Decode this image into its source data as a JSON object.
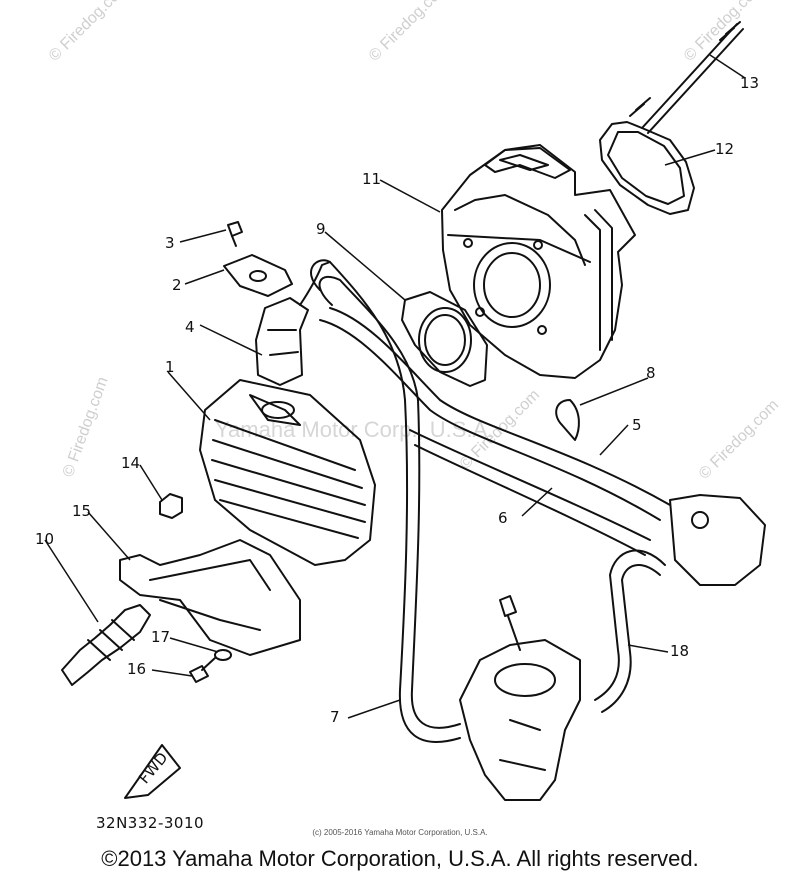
{
  "diagram": {
    "callouts": [
      "1",
      "2",
      "3",
      "4",
      "5",
      "6",
      "7",
      "8",
      "9",
      "10",
      "11",
      "12",
      "13",
      "14",
      "15",
      "16",
      "17",
      "18"
    ],
    "fwd_label": "FWD",
    "part_code": "32N332-3010"
  },
  "watermarks": {
    "brand": "© Firedog.com",
    "center": "Yamaha Motor Corp., U.S.A."
  },
  "footer": {
    "small_copyright": "(c) 2005-2016 Yamaha Motor Corporation, U.S.A.",
    "copyright": "©2013 Yamaha Motor Corporation, U.S.A. All rights reserved."
  }
}
